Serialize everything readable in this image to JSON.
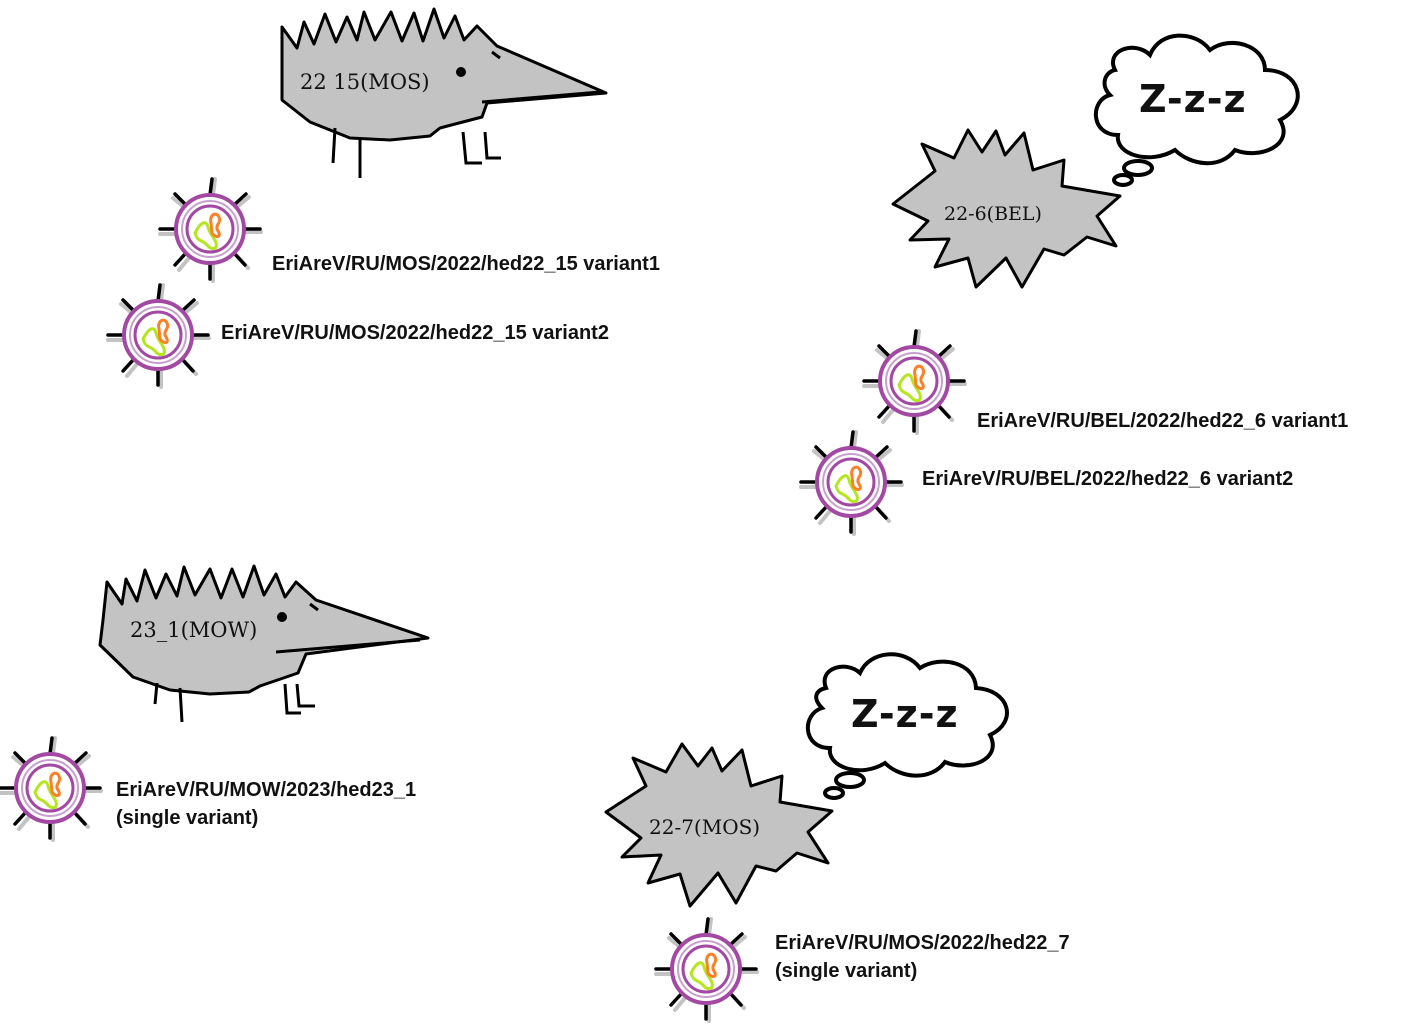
{
  "animals": [
    {
      "id": "hedgehog-22-15",
      "tag": "22  15(MOS)",
      "state": "awake",
      "viruses": [
        "EriAreV/RU/MOS/2022/hed22_15 variant1",
        "EriAreV/RU/MOS/2022/hed22_15 variant2"
      ]
    },
    {
      "id": "hedgehog-22-6",
      "tag": "22-6(BEL)",
      "state": "hibernating",
      "speech": "Z-z-z",
      "viruses": [
        "EriAreV/RU/BEL/2022/hed22_6 variant1",
        "EriAreV/RU/BEL/2022/hed22_6 variant2"
      ]
    },
    {
      "id": "hedgehog-23-1",
      "tag": "23_1(MOW)",
      "state": "awake",
      "viruses": [
        "EriAreV/RU/MOW/2023/hed23_1",
        "(single variant)"
      ]
    },
    {
      "id": "hedgehog-22-7",
      "tag": "22-7(MOS)",
      "state": "hibernating",
      "speech": "Z-z-z",
      "viruses": [
        "EriAreV/RU/MOS/2022/hed22_7",
        "(single variant)"
      ]
    }
  ],
  "colors": {
    "body": "#c3c3c3",
    "outline": "#000000",
    "envelope": "#a349a4",
    "genome_green": "#b5e61d",
    "genome_orange": "#ff7f27",
    "spike_shadow": "#c3c3c3"
  },
  "icons": [
    "hedgehog-icon",
    "curled-hedgehog-icon",
    "thought-bubble-icon",
    "virus-icon"
  ]
}
